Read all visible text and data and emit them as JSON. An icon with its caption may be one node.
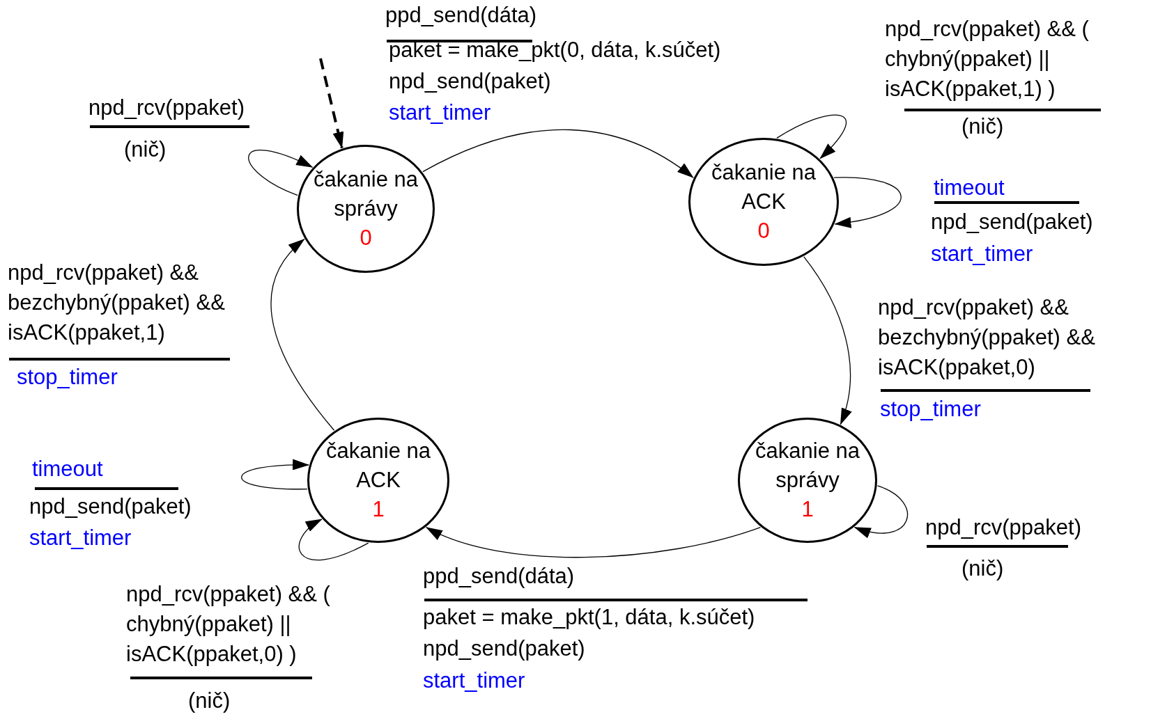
{
  "diagram": {
    "nodes": [
      {
        "text": [
          "čakanie na správy",
          "0"
        ]
      },
      {
        "text": [
          "čakanie na ACK",
          "0"
        ]
      },
      {
        "text": [
          "čakanie na správy",
          "1"
        ]
      },
      {
        "text": [
          "čakanie na ACK",
          "1"
        ]
      }
    ],
    "edges": [
      {
        "from": null,
        "to": 0,
        "arrow": "to",
        "style": "dashed"
      },
      {
        "from": 0,
        "to": 0,
        "arrow": "to"
      },
      {
        "from": 0,
        "to": 1,
        "arrow": "to"
      },
      {
        "from": 1,
        "to": 1,
        "arrow": "to"
      },
      {
        "from": 1,
        "to": 1,
        "arrow": "to"
      },
      {
        "from": 1,
        "to": 2,
        "arrow": "to"
      },
      {
        "from": 2,
        "to": 2,
        "arrow": "to"
      },
      {
        "from": 2,
        "to": 3,
        "arrow": "to"
      },
      {
        "from": 3,
        "to": 3,
        "arrow": "to"
      },
      {
        "from": 3,
        "to": 3,
        "arrow": "to"
      },
      {
        "from": 3,
        "to": 0,
        "arrow": "to"
      }
    ],
    "labels": [
      "ppd_send(dáta)",
      "paket = make_pkt(0, dáta, k.súčet)",
      "npd_send(paket)",
      "start_timer",
      "npd_rcv(ppaket) && ( chybný(ppaket) || isACK(ppaket,1) )",
      "(nič)",
      "npd_rcv(ppaket)",
      "(nič)",
      "timeout",
      "npd_send(paket)",
      "start_timer",
      "npd_rcv(ppaket) && bezchybný(ppaket) && isACK(ppaket,1)",
      "stop_timer",
      "npd_rcv(ppaket) && bezchybný(ppaket) && isACK(ppaket,0)",
      "stop_timer",
      "timeout",
      "npd_send(paket)",
      "start_timer",
      "npd_rcv(ppaket)",
      "(nič)",
      "ppd_send(dáta)",
      "paket = make_pkt(1, dáta, k.súčet)",
      "npd_send(paket)",
      "start_timer",
      "npd_rcv(ppaket) && ( chybný(ppaket) || isACK(ppaket,0) )",
      "(nič)"
    ]
  }
}
